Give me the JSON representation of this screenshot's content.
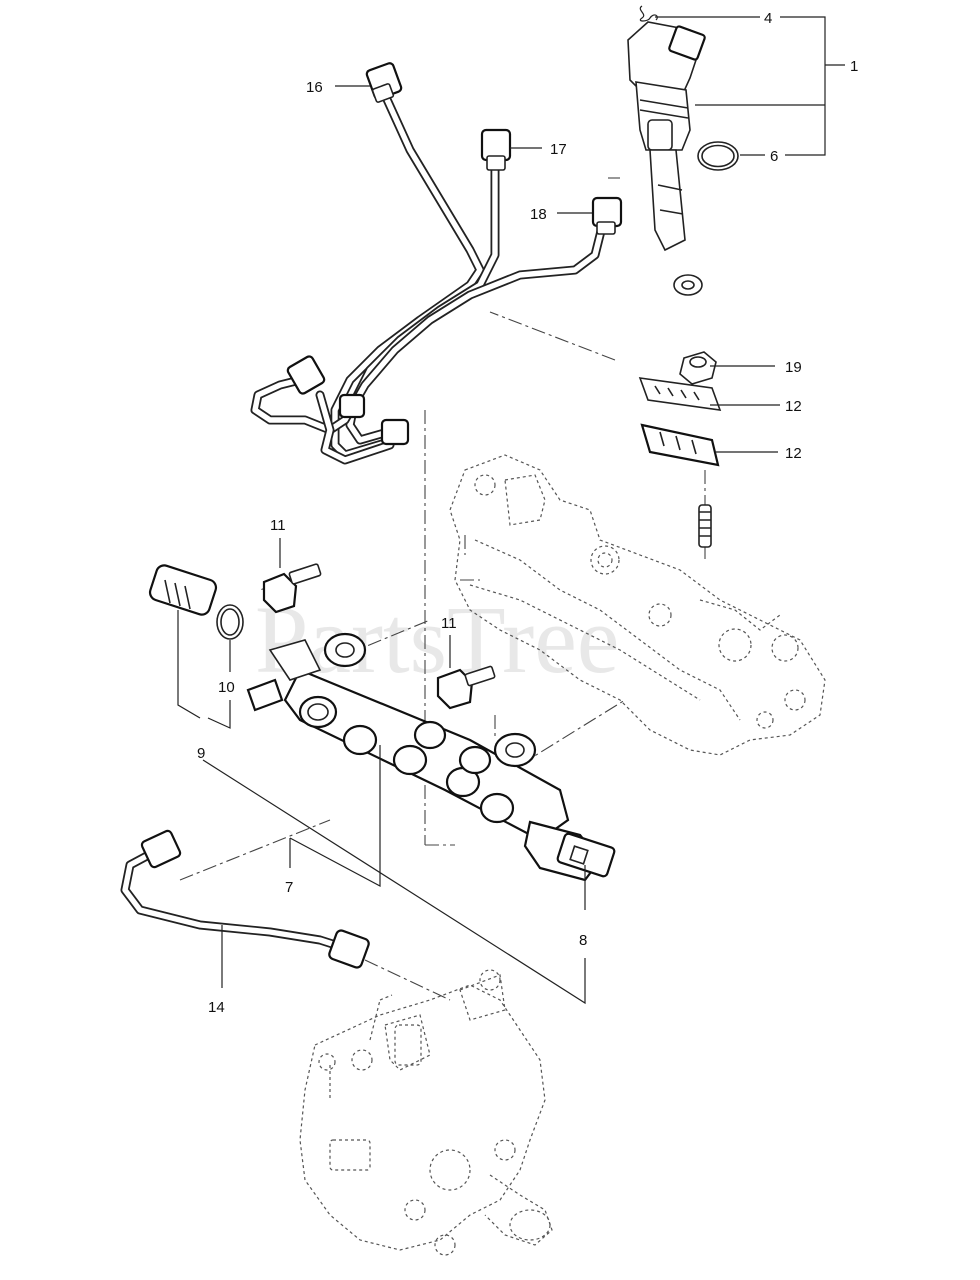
{
  "watermark": "PartsTree",
  "callouts": {
    "c1": "1",
    "c4": "4",
    "c6": "6",
    "c7": "7",
    "c8": "8",
    "c9": "9",
    "c10": "10",
    "c11a": "11",
    "c11b": "11",
    "c12a": "12",
    "c12b": "12",
    "c14": "14",
    "c16": "16",
    "c17": "17",
    "c18": "18",
    "c19": "19"
  }
}
